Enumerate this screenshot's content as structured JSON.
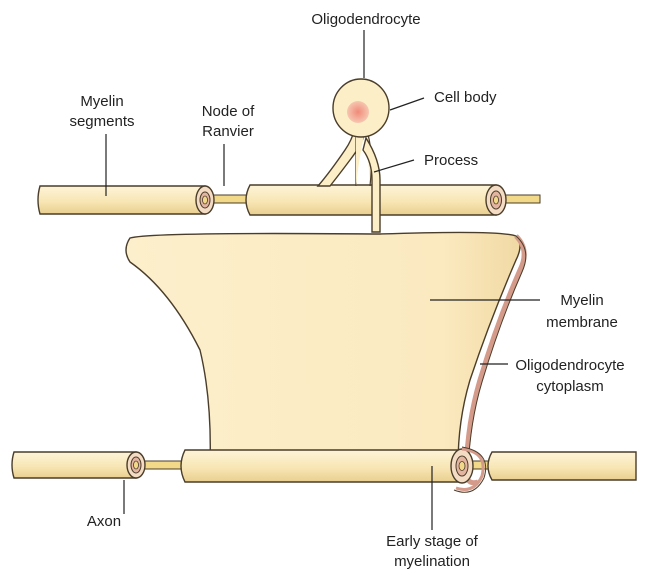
{
  "labels": {
    "oligodendrocyte": "Oligodendrocyte",
    "cell_body": "Cell body",
    "myelin_segments_1": "Myelin",
    "myelin_segments_2": "segments",
    "node_of_ranvier_1": "Node of",
    "node_of_ranvier_2": "Ranvier",
    "process": "Process",
    "myelin_membrane_1": "Myelin",
    "myelin_membrane_2": "membrane",
    "cytoplasm_1": "Oligodendrocyte",
    "cytoplasm_2": "cytoplasm",
    "axon": "Axon",
    "early_stage_1": "Early stage of",
    "early_stage_2": "myelination"
  },
  "colors": {
    "myelin": "#fcefc7",
    "axon": "#f2d98a",
    "nucleus": "#f0a090",
    "cytoplasm_edge": "#d49a8a",
    "outline": "#4a3d2a"
  }
}
